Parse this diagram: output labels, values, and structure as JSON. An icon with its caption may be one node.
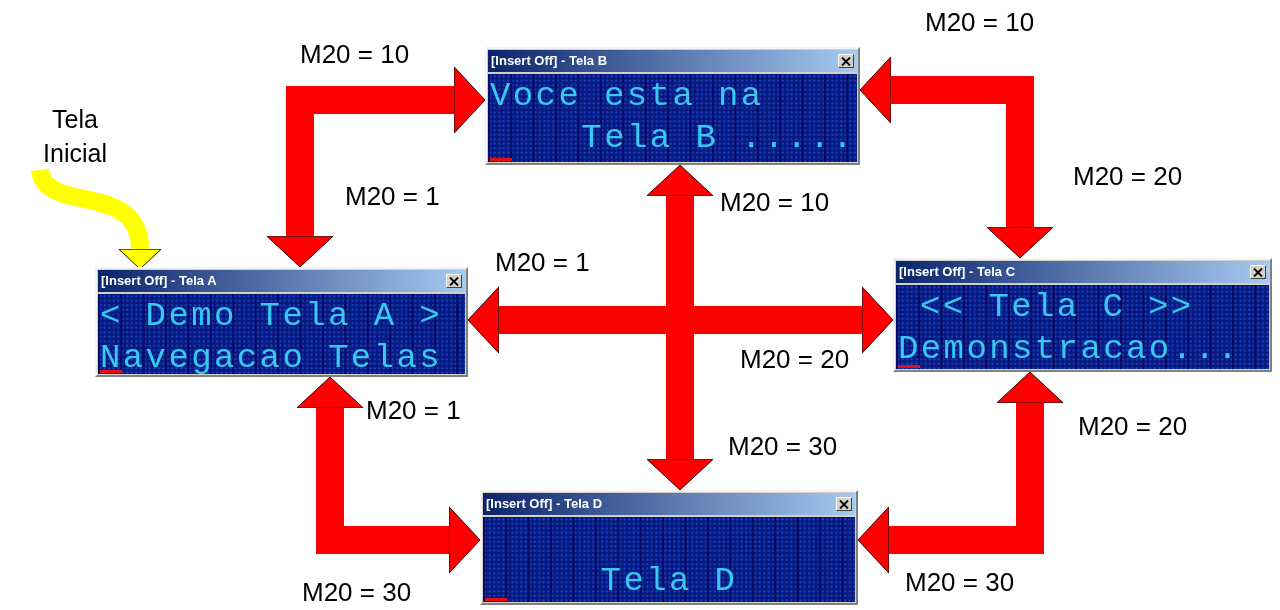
{
  "diagram": {
    "nodes": [
      {
        "text": [
          "[Insert Off] - Tela A",
          "< Demo Tela A >",
          "Navegacao Telas"
        ]
      },
      {
        "text": [
          "[Insert Off] - Tela B",
          "Voce esta na",
          "Tela B ....."
        ]
      },
      {
        "text": [
          "[Insert Off] - Tela C",
          "<< Tela C >>",
          "Demonstracao..."
        ]
      },
      {
        "text": [
          "[Insert Off] - Tela D",
          "Tela D"
        ]
      },
      {
        "text": [
          "Tela Inicial"
        ]
      }
    ],
    "edges": [
      {
        "from": 0,
        "to": 1,
        "arrow": "to",
        "label": "M20 = 10"
      },
      {
        "from": 1,
        "to": 0,
        "arrow": "to",
        "label": "M20 = 1"
      },
      {
        "from": 2,
        "to": 1,
        "arrow": "to",
        "label": "M20 = 10"
      },
      {
        "from": 1,
        "to": 2,
        "arrow": "to",
        "label": "M20 = 20"
      },
      {
        "from": 3,
        "to": 0,
        "arrow": "to",
        "label": "M20 = 1"
      },
      {
        "from": 0,
        "to": 3,
        "arrow": "to",
        "label": "M20 = 30"
      },
      {
        "from": 3,
        "to": 2,
        "arrow": "to",
        "label": "M20 = 20"
      },
      {
        "from": 2,
        "to": 3,
        "arrow": "to",
        "label": "M20 = 30"
      },
      {
        "from": null,
        "to": 1,
        "arrow": "to",
        "label": "M20 = 10"
      },
      {
        "from": null,
        "to": 0,
        "arrow": "to",
        "label": "M20 = 1"
      },
      {
        "from": null,
        "to": 2,
        "arrow": "to",
        "label": "M20 = 20"
      },
      {
        "from": null,
        "to": 3,
        "arrow": "to",
        "label": "M20 = 30"
      },
      {
        "from": 4,
        "to": 0,
        "arrow": "to",
        "color": "#ffff00"
      }
    ]
  }
}
